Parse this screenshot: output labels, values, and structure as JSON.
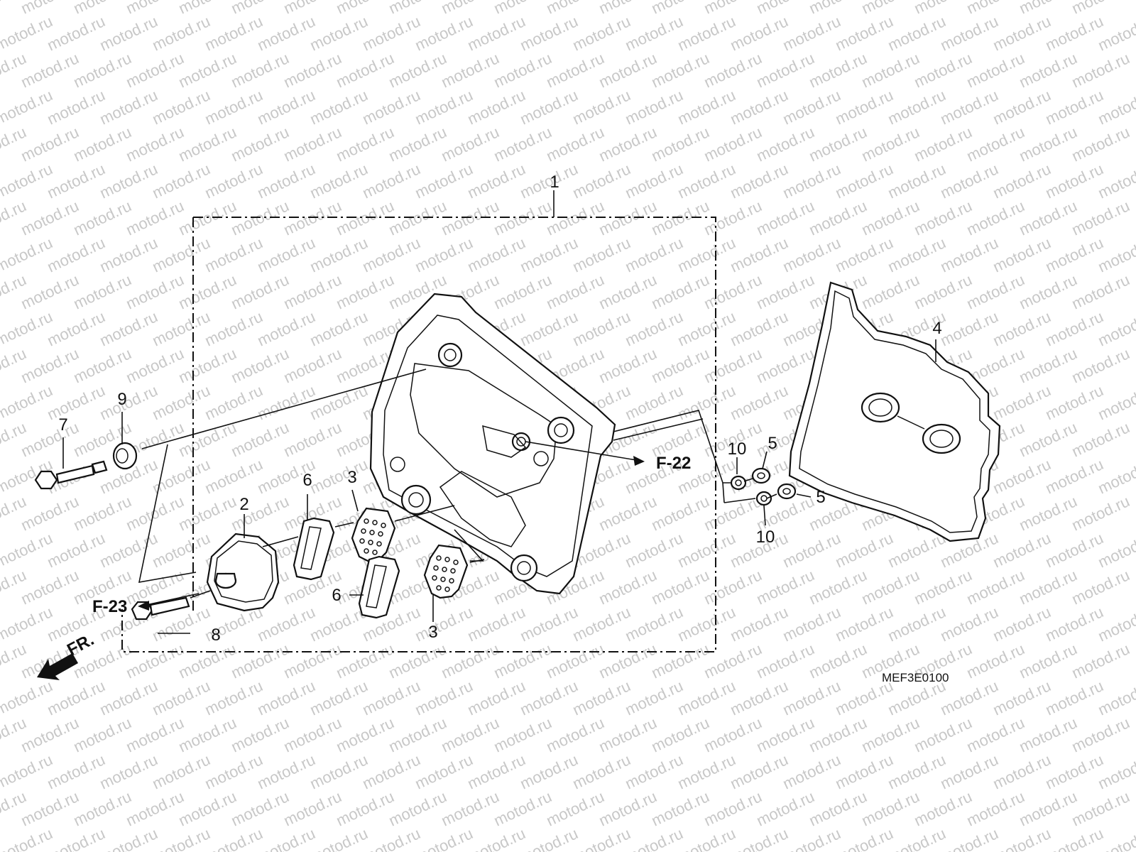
{
  "diagram": {
    "watermark": "motod.ru",
    "diagram_code": "MEF3E0100",
    "front_label": "FR.",
    "references": [
      "F-22",
      "F-23"
    ],
    "callouts": [
      {
        "id": "c1",
        "text": "1"
      },
      {
        "id": "c2",
        "text": "2"
      },
      {
        "id": "c3a",
        "text": "3"
      },
      {
        "id": "c3b",
        "text": "3"
      },
      {
        "id": "c4",
        "text": "4"
      },
      {
        "id": "c5a",
        "text": "5"
      },
      {
        "id": "c5b",
        "text": "5"
      },
      {
        "id": "c6a",
        "text": "6"
      },
      {
        "id": "c6b",
        "text": "6"
      },
      {
        "id": "c7",
        "text": "7"
      },
      {
        "id": "c8",
        "text": "8"
      },
      {
        "id": "c9",
        "text": "9"
      },
      {
        "id": "c10a",
        "text": "10"
      },
      {
        "id": "c10b",
        "text": "10"
      }
    ]
  }
}
